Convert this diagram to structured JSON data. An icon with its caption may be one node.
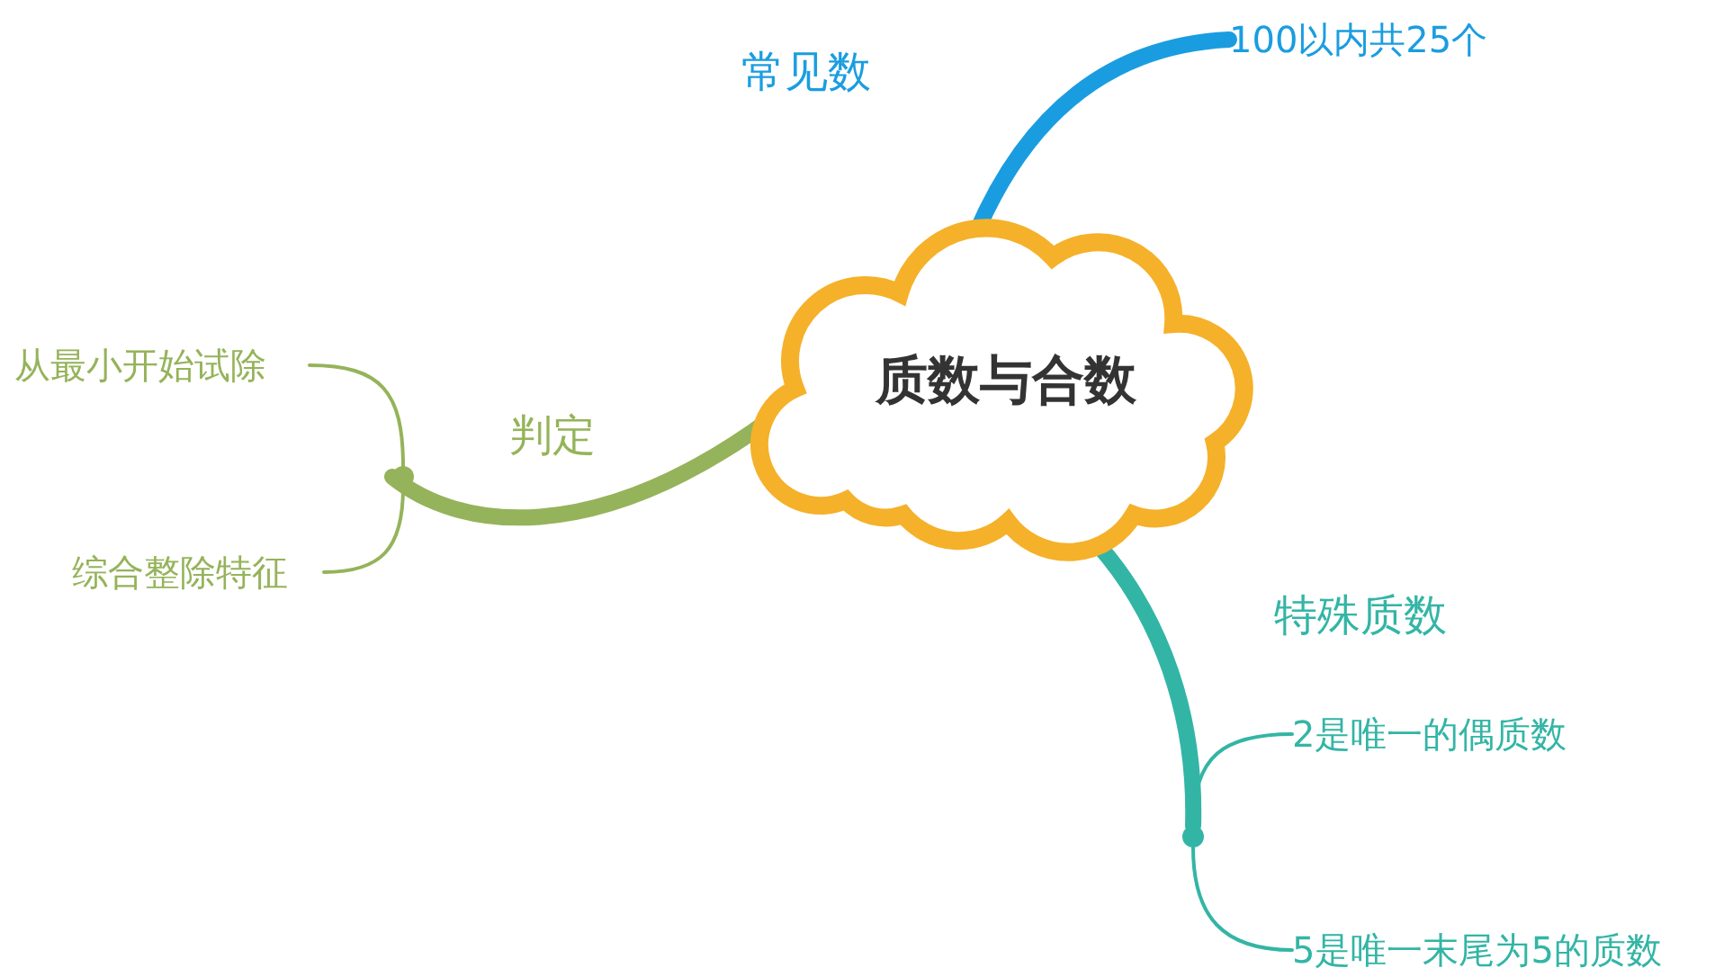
{
  "diagram": {
    "nodes": [
      {
        "text": [
          "质数与合数"
        ]
      },
      {
        "text": [
          "100以内共25个"
        ]
      },
      {
        "text": [],
        "shape": "circle"
      },
      {
        "text": [
          "从最小开始试除"
        ]
      },
      {
        "text": [
          "综合整除特征"
        ]
      },
      {
        "text": [],
        "shape": "circle"
      },
      {
        "text": [
          "2是唯一的偶质数"
        ]
      },
      {
        "text": [
          "5是唯一末尾为5的质数"
        ]
      }
    ],
    "edges": [
      {
        "from": 0,
        "to": 1,
        "arrow": "none",
        "label": "常见数",
        "style": "thick",
        "color": "#1a9de0"
      },
      {
        "from": 0,
        "to": 2,
        "arrow": "none",
        "label": "判定",
        "style": "thick",
        "color": "#95b35a"
      },
      {
        "from": 2,
        "to": 3,
        "arrow": "none",
        "color": "#95b35a"
      },
      {
        "from": 2,
        "to": 4,
        "arrow": "none",
        "color": "#95b35a"
      },
      {
        "from": 0,
        "to": 5,
        "arrow": "none",
        "label": "特殊质数",
        "style": "thick",
        "color": "#33b5a5"
      },
      {
        "from": 5,
        "to": 6,
        "arrow": "none",
        "color": "#33b5a5"
      },
      {
        "from": 5,
        "to": 7,
        "arrow": "none",
        "color": "#33b5a5"
      }
    ]
  }
}
